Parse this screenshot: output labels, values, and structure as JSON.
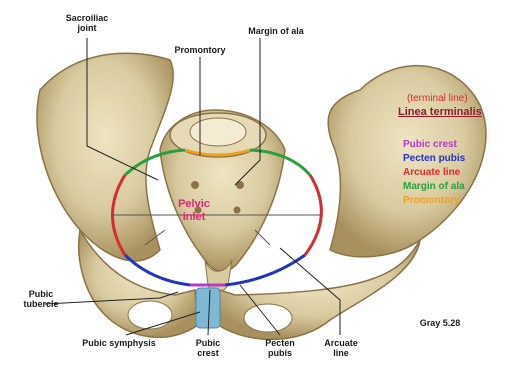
{
  "labels": {
    "sacroiliac_line1": "Sacroiliac",
    "sacroiliac_line2": "joint",
    "margin_of_ala": "Margin of ala",
    "promontory": "Promontory",
    "pubic_tubercle_line1": "Pubic",
    "pubic_tubercle_line2": "tubercle",
    "pubic_symphysis": "Pubic symphysis",
    "pubic_crest_line1": "Pubic",
    "pubic_crest_line2": "crest",
    "pecten_pubis_line1": "Pecten",
    "pecten_pubis_line2": "pubis",
    "arcuate_line_line1": "Arcuate",
    "arcuate_line_line2": "line",
    "pelvic_inlet_line1": "Pelvic",
    "pelvic_inlet_line2": "inlet",
    "gray_ref": "Gray 5.28"
  },
  "legend": {
    "subtitle": "(terminal line)",
    "title": "Linea terminalis",
    "items": [
      {
        "text": "Pubic crest",
        "color": "#b03cc8"
      },
      {
        "text": "Pecten pubis",
        "color": "#2233c0"
      },
      {
        "text": "Arcuate line",
        "color": "#d92b2b"
      },
      {
        "text": "Margin of ala",
        "color": "#2aa03a"
      },
      {
        "text": "Promontory",
        "color": "#f0a01e"
      }
    ]
  },
  "colors": {
    "bone": "#d9cba0",
    "bone_shadow": "#a8915e",
    "symphysis": "#7fb8d4",
    "pelvic_inlet_text": "#e0247a",
    "subtitle": "#d92b2b",
    "title": "#8a1f2a"
  }
}
